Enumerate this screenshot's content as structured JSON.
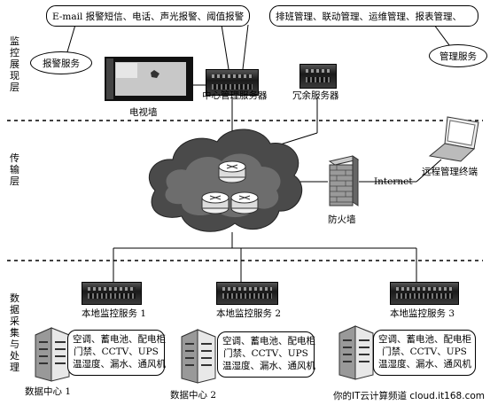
{
  "layers": {
    "top": "监控展现层",
    "middle": "传输层",
    "bottom": "数据采集与处理"
  },
  "top": {
    "alarm_channels": "E-mail 报警短信、电话、声光报警、阈值报警",
    "alarm_service": "报警服务",
    "management_functions": "排班管理、联动管理、运维管理、报表管理、",
    "management_service": "管理服务",
    "video_wall": "电视墙",
    "central_server": "中心管理服务器",
    "redundant_server": "冗余服务器"
  },
  "network": {
    "internet": "Internet",
    "firewall": "防火墙",
    "remote_terminal": "远程管理终端"
  },
  "local_servers": [
    {
      "label": "本地监控服务 1"
    },
    {
      "label": "本地监控服务 2"
    },
    {
      "label": "本地监控服务 3"
    }
  ],
  "data_centers": [
    {
      "label": "数据中心 1",
      "lines": [
        "空调、蓄电池、配电柜",
        "门禁、CCTV、UPS",
        "温湿度、漏水、通风机"
      ]
    },
    {
      "label": "数据中心 2",
      "lines": [
        "空调、蓄电池、配电柜",
        "门禁、CCTV、UPS",
        "温湿度、漏水、通风机"
      ]
    },
    {
      "label": "",
      "lines": [
        "空调、蓄电池、配电柜",
        "门禁、CCTV、UPS",
        "温湿度、漏水、通风机"
      ]
    }
  ],
  "watermark": "你的IT云计算频道 cloud.it168.com"
}
